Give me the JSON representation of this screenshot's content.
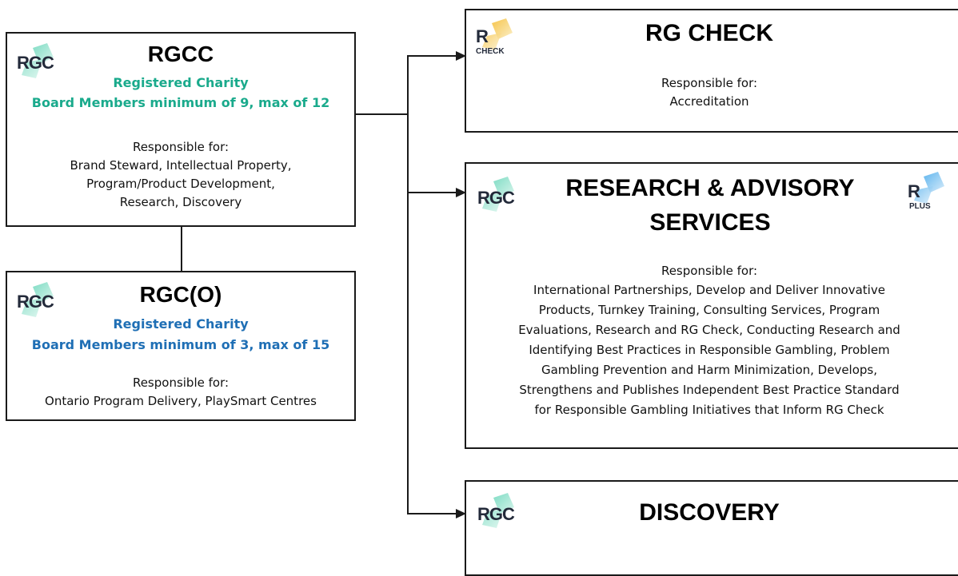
{
  "logo_text": "RGC",
  "colors": {
    "teal": "#1aaa8c",
    "blue": "#1f6fb5"
  },
  "rgcc": {
    "title": "RGCC",
    "status": "Registered Charity",
    "board": "Board Members minimum of 9, max of 12",
    "resp_label": "Responsible for:",
    "resp_lines": [
      "Brand Steward, Intellectual Property,",
      "Program/Product Development,",
      "Research, Discovery"
    ]
  },
  "rgco": {
    "title": "RGC(O)",
    "status": "Registered Charity",
    "board": "Board Members minimum of 3, max of 15",
    "resp_label": "Responsible for:",
    "resp_lines": [
      "Ontario Program Delivery, PlaySmart Centres"
    ]
  },
  "rgcheck": {
    "title": "RG CHECK",
    "logo_sub": "CHECK",
    "resp_label": "Responsible for:",
    "resp_lines": [
      "Accreditation"
    ]
  },
  "ras": {
    "title_lines": [
      "RESEARCH & ADVISORY",
      "SERVICES"
    ],
    "plus_logo_sub": "PLUS",
    "resp_label": "Responsible for:",
    "resp_lines": [
      "International Partnerships, Develop and Deliver Innovative",
      "Products, Turnkey Training, Consulting Services, Program",
      "Evaluations, Research and RG Check, Conducting Research and",
      "Identifying Best Practices in Responsible Gambling, Problem",
      "Gambling Prevention and Harm Minimization, Develops,",
      "Strengthens and Publishes Independent Best Practice Standard",
      "for Responsible Gambling Initiatives that Inform RG Check"
    ]
  },
  "discovery": {
    "title": "DISCOVERY"
  }
}
